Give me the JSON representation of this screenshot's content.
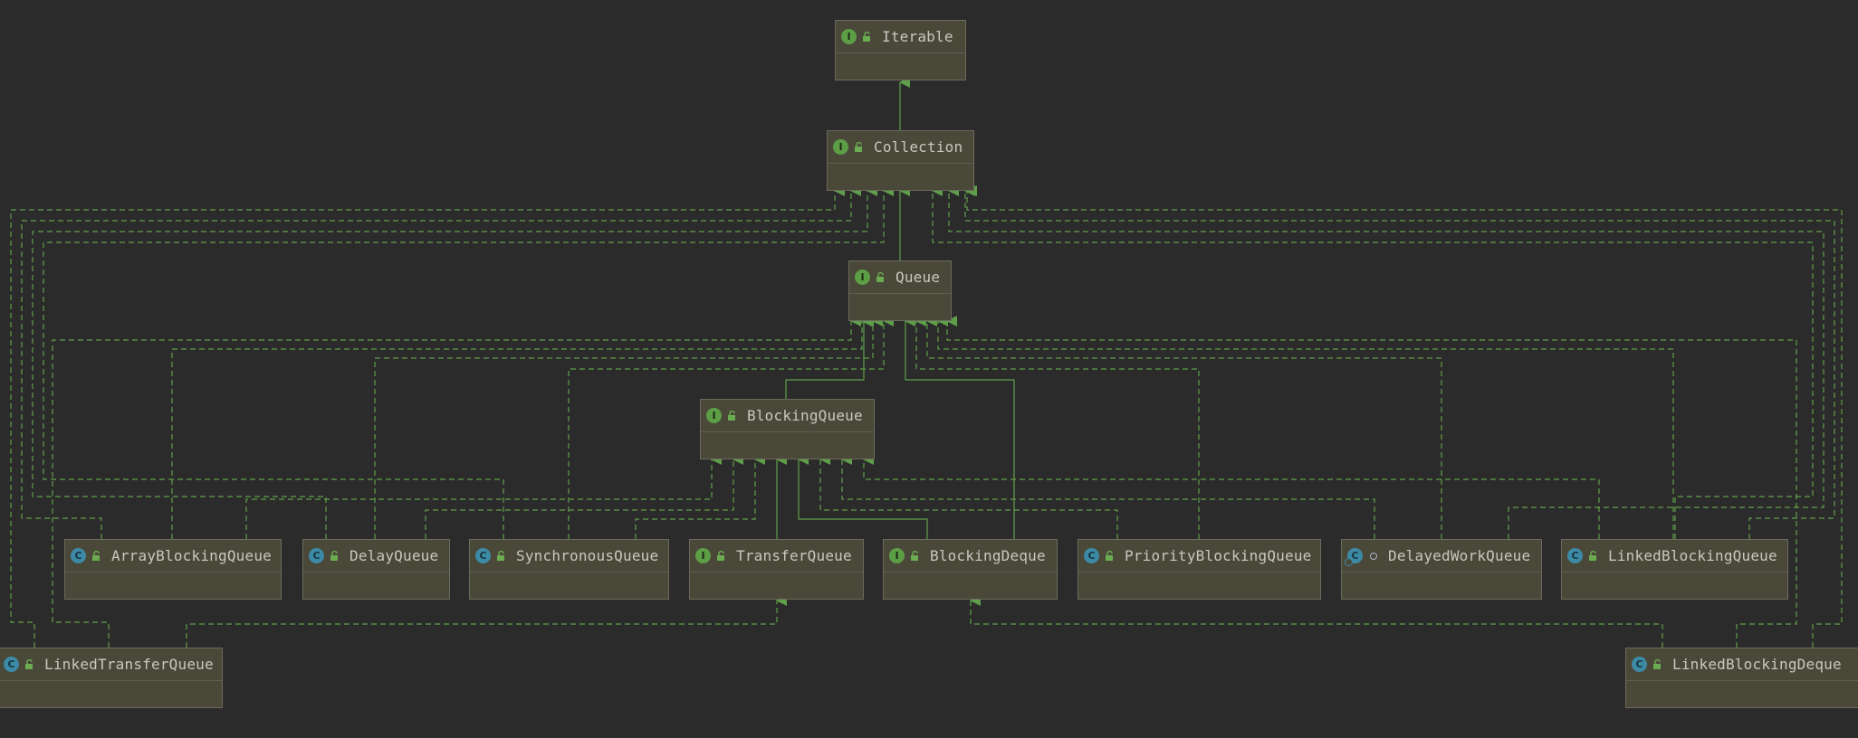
{
  "diagram": {
    "nodes": [
      {
        "id": "iterable",
        "label": "Iterable",
        "kind": "interface"
      },
      {
        "id": "collection",
        "label": "Collection",
        "kind": "interface"
      },
      {
        "id": "queue",
        "label": "Queue",
        "kind": "interface"
      },
      {
        "id": "blockingqueue",
        "label": "BlockingQueue",
        "kind": "interface"
      },
      {
        "id": "arrayblockingqueue",
        "label": "ArrayBlockingQueue",
        "kind": "class"
      },
      {
        "id": "delayqueue",
        "label": "DelayQueue",
        "kind": "class"
      },
      {
        "id": "synchronousqueue",
        "label": "SynchronousQueue",
        "kind": "class"
      },
      {
        "id": "transferqueue",
        "label": "TransferQueue",
        "kind": "interface"
      },
      {
        "id": "blockingdeque",
        "label": "BlockingDeque",
        "kind": "interface"
      },
      {
        "id": "priorityblockingqueue",
        "label": "PriorityBlockingQueue",
        "kind": "class"
      },
      {
        "id": "delayedworkqueue",
        "label": "DelayedWorkQueue",
        "kind": "class"
      },
      {
        "id": "linkedblockingqueue",
        "label": "LinkedBlockingQueue",
        "kind": "class"
      },
      {
        "id": "linkedtransferqueue",
        "label": "LinkedTransferQueue",
        "kind": "class"
      },
      {
        "id": "linkedblockingdeque",
        "label": "LinkedBlockingDeque",
        "kind": "class"
      }
    ],
    "badges": {
      "interface": "I",
      "class": "C"
    },
    "colors": {
      "background": "#2b2b2b",
      "node_fill": "#4a4839",
      "edge": "#5f9f4a",
      "interface_badge": "#5c9e46",
      "class_badge": "#3d8aa6"
    }
  }
}
